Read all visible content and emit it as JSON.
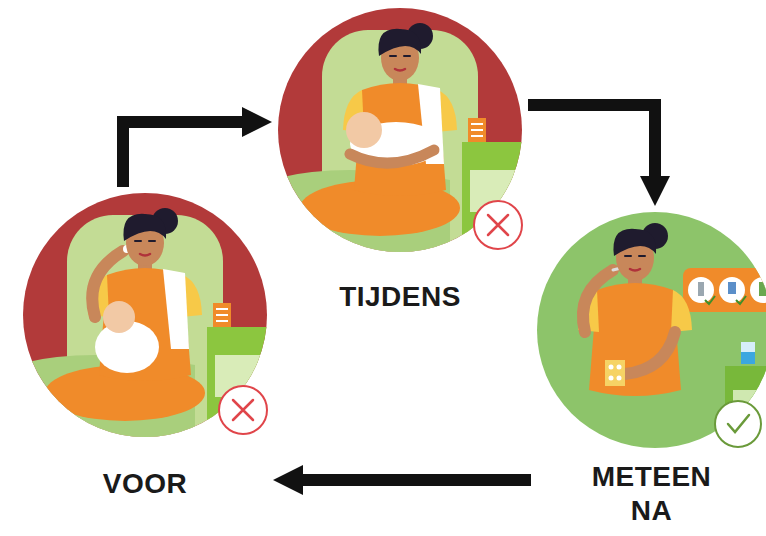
{
  "diagram": {
    "nodes": [
      {
        "text": [
          "VOOR"
        ]
      },
      {
        "text": [
          "TIJDENS"
        ]
      },
      {
        "text": [
          "METEEN NA"
        ]
      }
    ],
    "edges": [
      {
        "from": 0,
        "to": 1,
        "arrow": "to"
      },
      {
        "from": 1,
        "to": 2,
        "arrow": "to"
      },
      {
        "from": 2,
        "to": 0,
        "arrow": "to"
      }
    ]
  }
}
